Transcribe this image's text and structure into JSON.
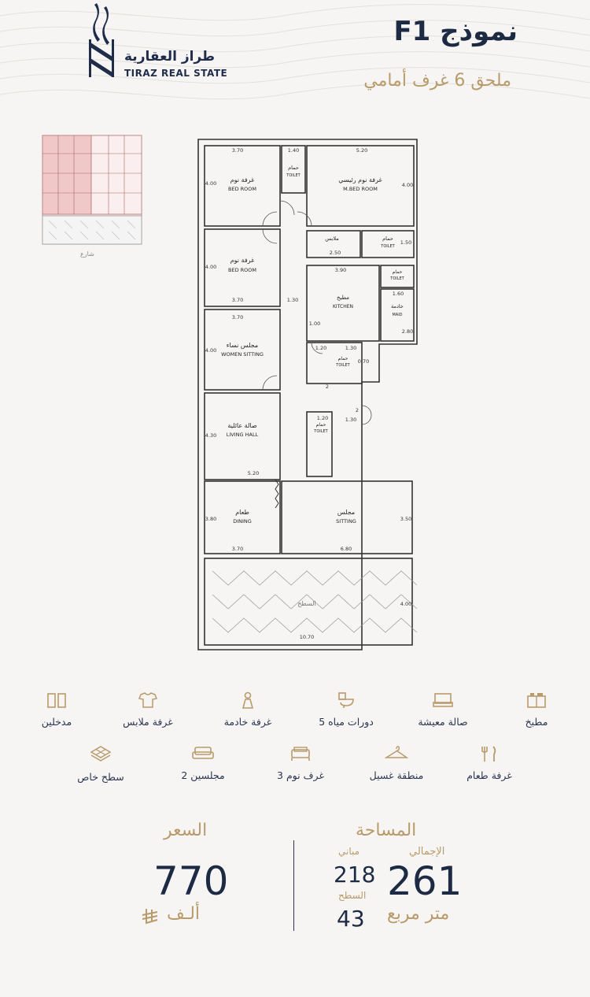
{
  "brand": {
    "name_ar": "طراز العقارية",
    "name_en": "TIRAZ REAL STATE"
  },
  "model": {
    "title": "نموذج F1",
    "subtitle": "ملحق 6 غرف أمامي"
  },
  "keyplan": {
    "street_label": "شارع"
  },
  "plan": {
    "rooms": [
      {
        "id": "bed1",
        "ar": "غرفة نوم",
        "en": "BED ROOM"
      },
      {
        "id": "toilet1",
        "ar": "حمام",
        "en": "TOILET"
      },
      {
        "id": "mbed",
        "ar": "غرفة نوم رئيسي",
        "en": "M.BED ROOM"
      },
      {
        "id": "dress",
        "ar": "ملابس",
        "en": ""
      },
      {
        "id": "toilet2",
        "ar": "حمام",
        "en": "TOILET"
      },
      {
        "id": "bed2",
        "ar": "غرفة نوم",
        "en": "BED ROOM"
      },
      {
        "id": "kitchen",
        "ar": "مطبخ",
        "en": "KITCHEN"
      },
      {
        "id": "toilet3",
        "ar": "حمام",
        "en": "TOILET"
      },
      {
        "id": "maid",
        "ar": "خادمة",
        "en": "MAID"
      },
      {
        "id": "women",
        "ar": "مجلس نساء",
        "en": "WOMEN SITTING"
      },
      {
        "id": "toilet4",
        "ar": "حمام",
        "en": "TOILET"
      },
      {
        "id": "living",
        "ar": "صالة عائلية",
        "en": "LIVING HALL"
      },
      {
        "id": "toilet5",
        "ar": "حمام",
        "en": "TOILET"
      },
      {
        "id": "dining",
        "ar": "طعام",
        "en": "DINING"
      },
      {
        "id": "sitting",
        "ar": "مجلس",
        "en": "SITTING"
      },
      {
        "id": "roof",
        "ar": "السطح",
        "en": ""
      }
    ],
    "dimensions": [
      "3.70",
      "1.40",
      "5.20",
      "4.00",
      "1.50",
      "2.50",
      "3.90",
      "1.30",
      "1.60",
      "1.00",
      "1.20",
      "2.80",
      "0.70",
      "2",
      "4.30",
      "3.80",
      "3.50",
      "6.80",
      "10.70"
    ]
  },
  "amenities": [
    {
      "icon": "kitchen-icon",
      "label": "مطبخ"
    },
    {
      "icon": "living-room-icon",
      "label": "صالة معيشة"
    },
    {
      "icon": "toilet-icon",
      "label": "5 دورات مياه"
    },
    {
      "icon": "maid-icon",
      "label": "غرفة خادمة"
    },
    {
      "icon": "wardrobe-icon",
      "label": "غرفة ملابس"
    },
    {
      "icon": "entrance-icon",
      "label": "مدخلين"
    },
    {
      "icon": "dining-icon",
      "label": "غرفة طعام"
    },
    {
      "icon": "laundry-icon",
      "label": "منطقة غسيل"
    },
    {
      "icon": "bed-icon",
      "label": "3 غرف نوم"
    },
    {
      "icon": "sofa-icon",
      "label": "2 مجلسين"
    },
    {
      "icon": "roof-icon",
      "label": "سطح خاص"
    }
  ],
  "price": {
    "heading": "السعر",
    "value": "770",
    "unit": "ألـف"
  },
  "area": {
    "heading": "المساحة",
    "total_label": "الإجمالي",
    "total_value": "261",
    "unit": "متر مربع",
    "building_label": "مباني",
    "building_value": "218",
    "roof_label": "السطح",
    "roof_value": "43"
  },
  "colors": {
    "navy": "#1d2a44",
    "gold": "#b99b6b",
    "background": "#f6f5f3"
  }
}
